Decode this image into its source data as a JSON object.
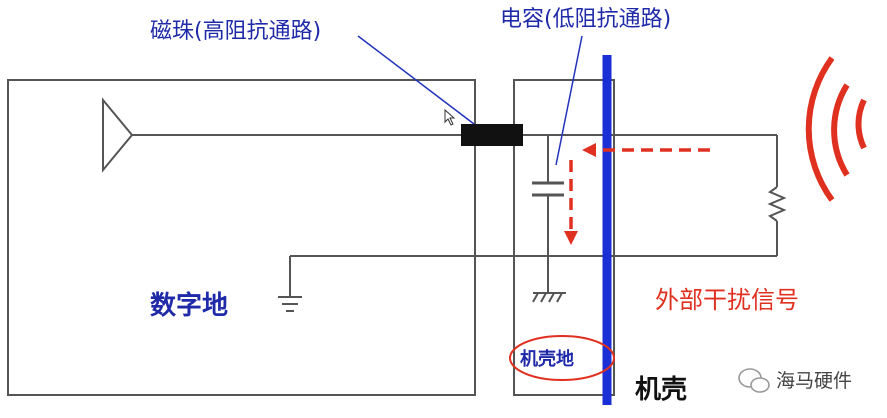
{
  "labels": {
    "ferrite_bead": "磁珠(高阻抗通路)",
    "capacitor": "电容(低阻抗通路)",
    "digital_ground": "数字地",
    "chassis_ground": "机壳地",
    "interference": "外部干扰信号",
    "chassis": "机壳"
  },
  "watermark": {
    "text": "海马硬件",
    "icon": "wechat-icon"
  },
  "colors": {
    "label_blue": "#1f2aa8",
    "chassis_blue": "#1a2fd6",
    "interference_red": "#e03020",
    "callout_line": "#2233bb",
    "wire": "#555555",
    "bead": "#111111"
  }
}
